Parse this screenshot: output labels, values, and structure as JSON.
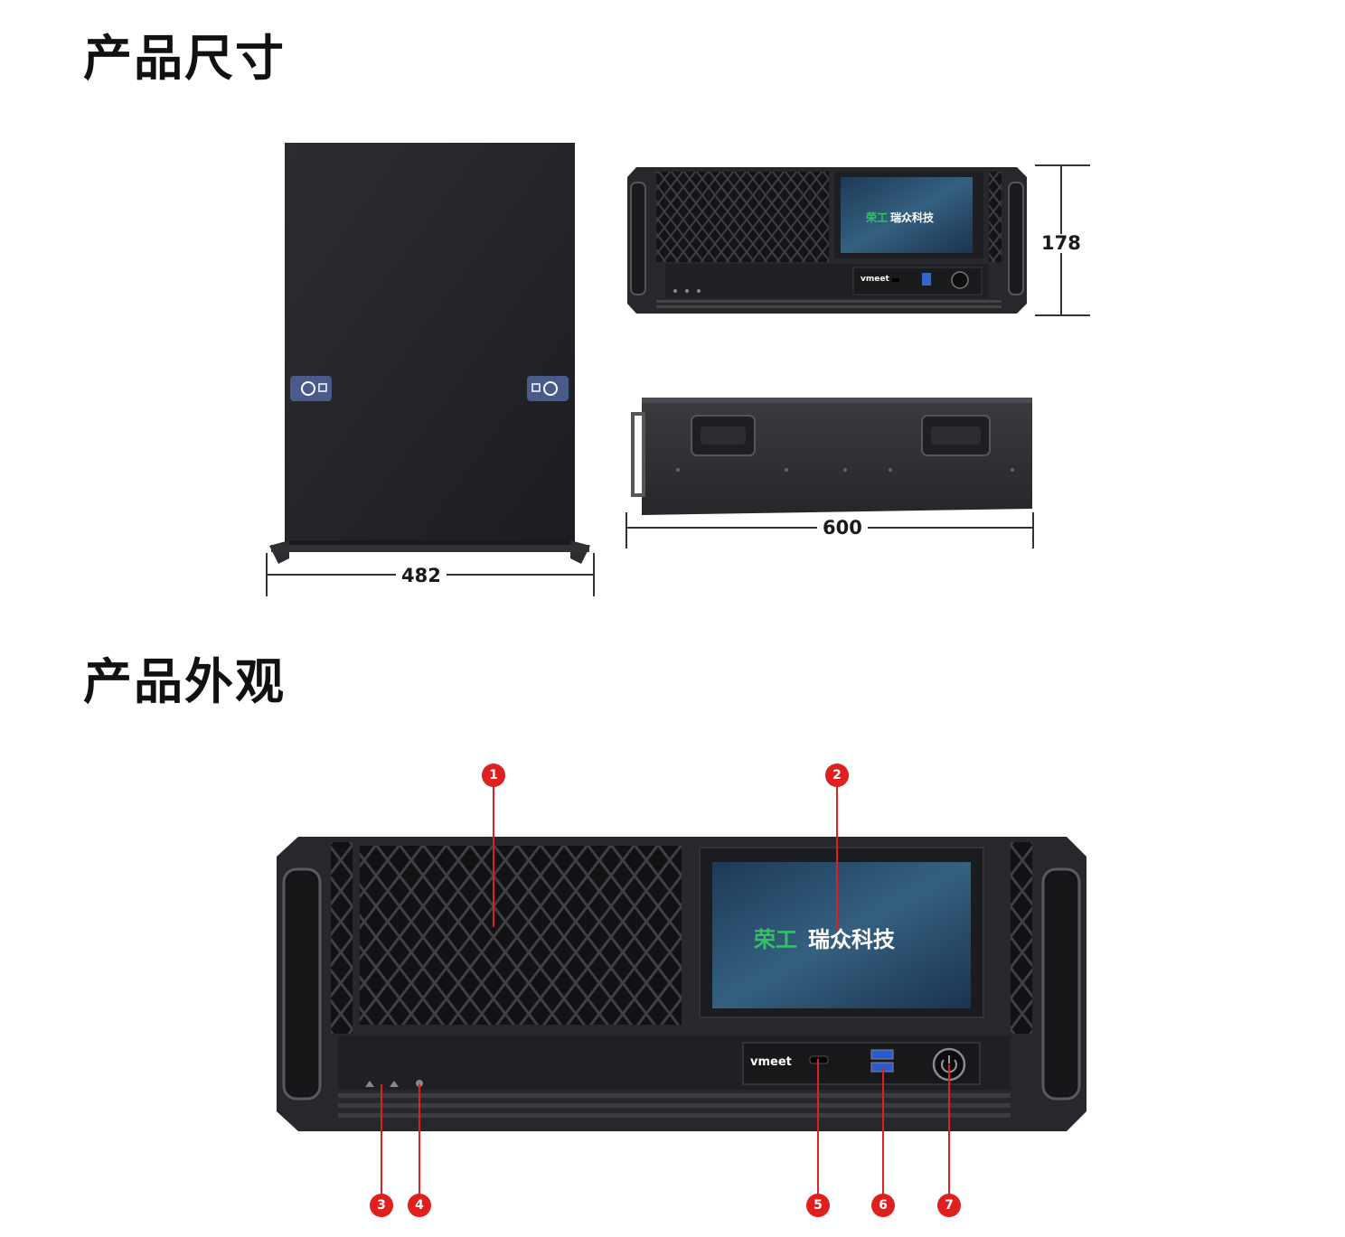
{
  "section_titles": {
    "dimensions": "产品尺寸",
    "appearance": "产品外观"
  },
  "dimension_labels": {
    "width": "482",
    "depth": "600",
    "height": "178"
  },
  "screen_brand": {
    "logo_mark": "荣工",
    "company_name": "瑞众科技"
  },
  "panel_brand": "vmeet",
  "callouts": [
    "1",
    "2",
    "3",
    "4",
    "5",
    "6",
    "7"
  ],
  "colors": {
    "chassis": "#222326",
    "callout": "#e01f1f",
    "screen": "#2a4a6a",
    "lock_badge": "#4a5a8a"
  }
}
